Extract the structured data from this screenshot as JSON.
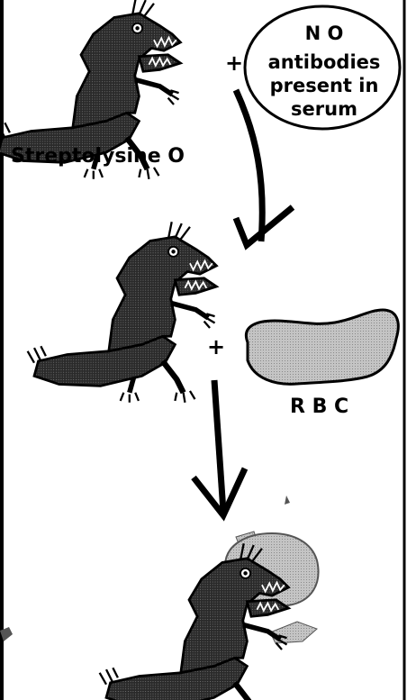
{
  "diagram": {
    "antibody_note": {
      "line1": "N O",
      "line2": "antibodies",
      "line3": "present in",
      "line4": "serum"
    },
    "toxin_label": "Streptolysine O",
    "plus_top": "+",
    "plus_middle": "+",
    "rbc_label": "R B C"
  },
  "colors": {
    "ink": "#000000",
    "monster_fill": "#3a3a3a",
    "rbc_fill": "#b5b5b5",
    "background": "#ffffff"
  }
}
